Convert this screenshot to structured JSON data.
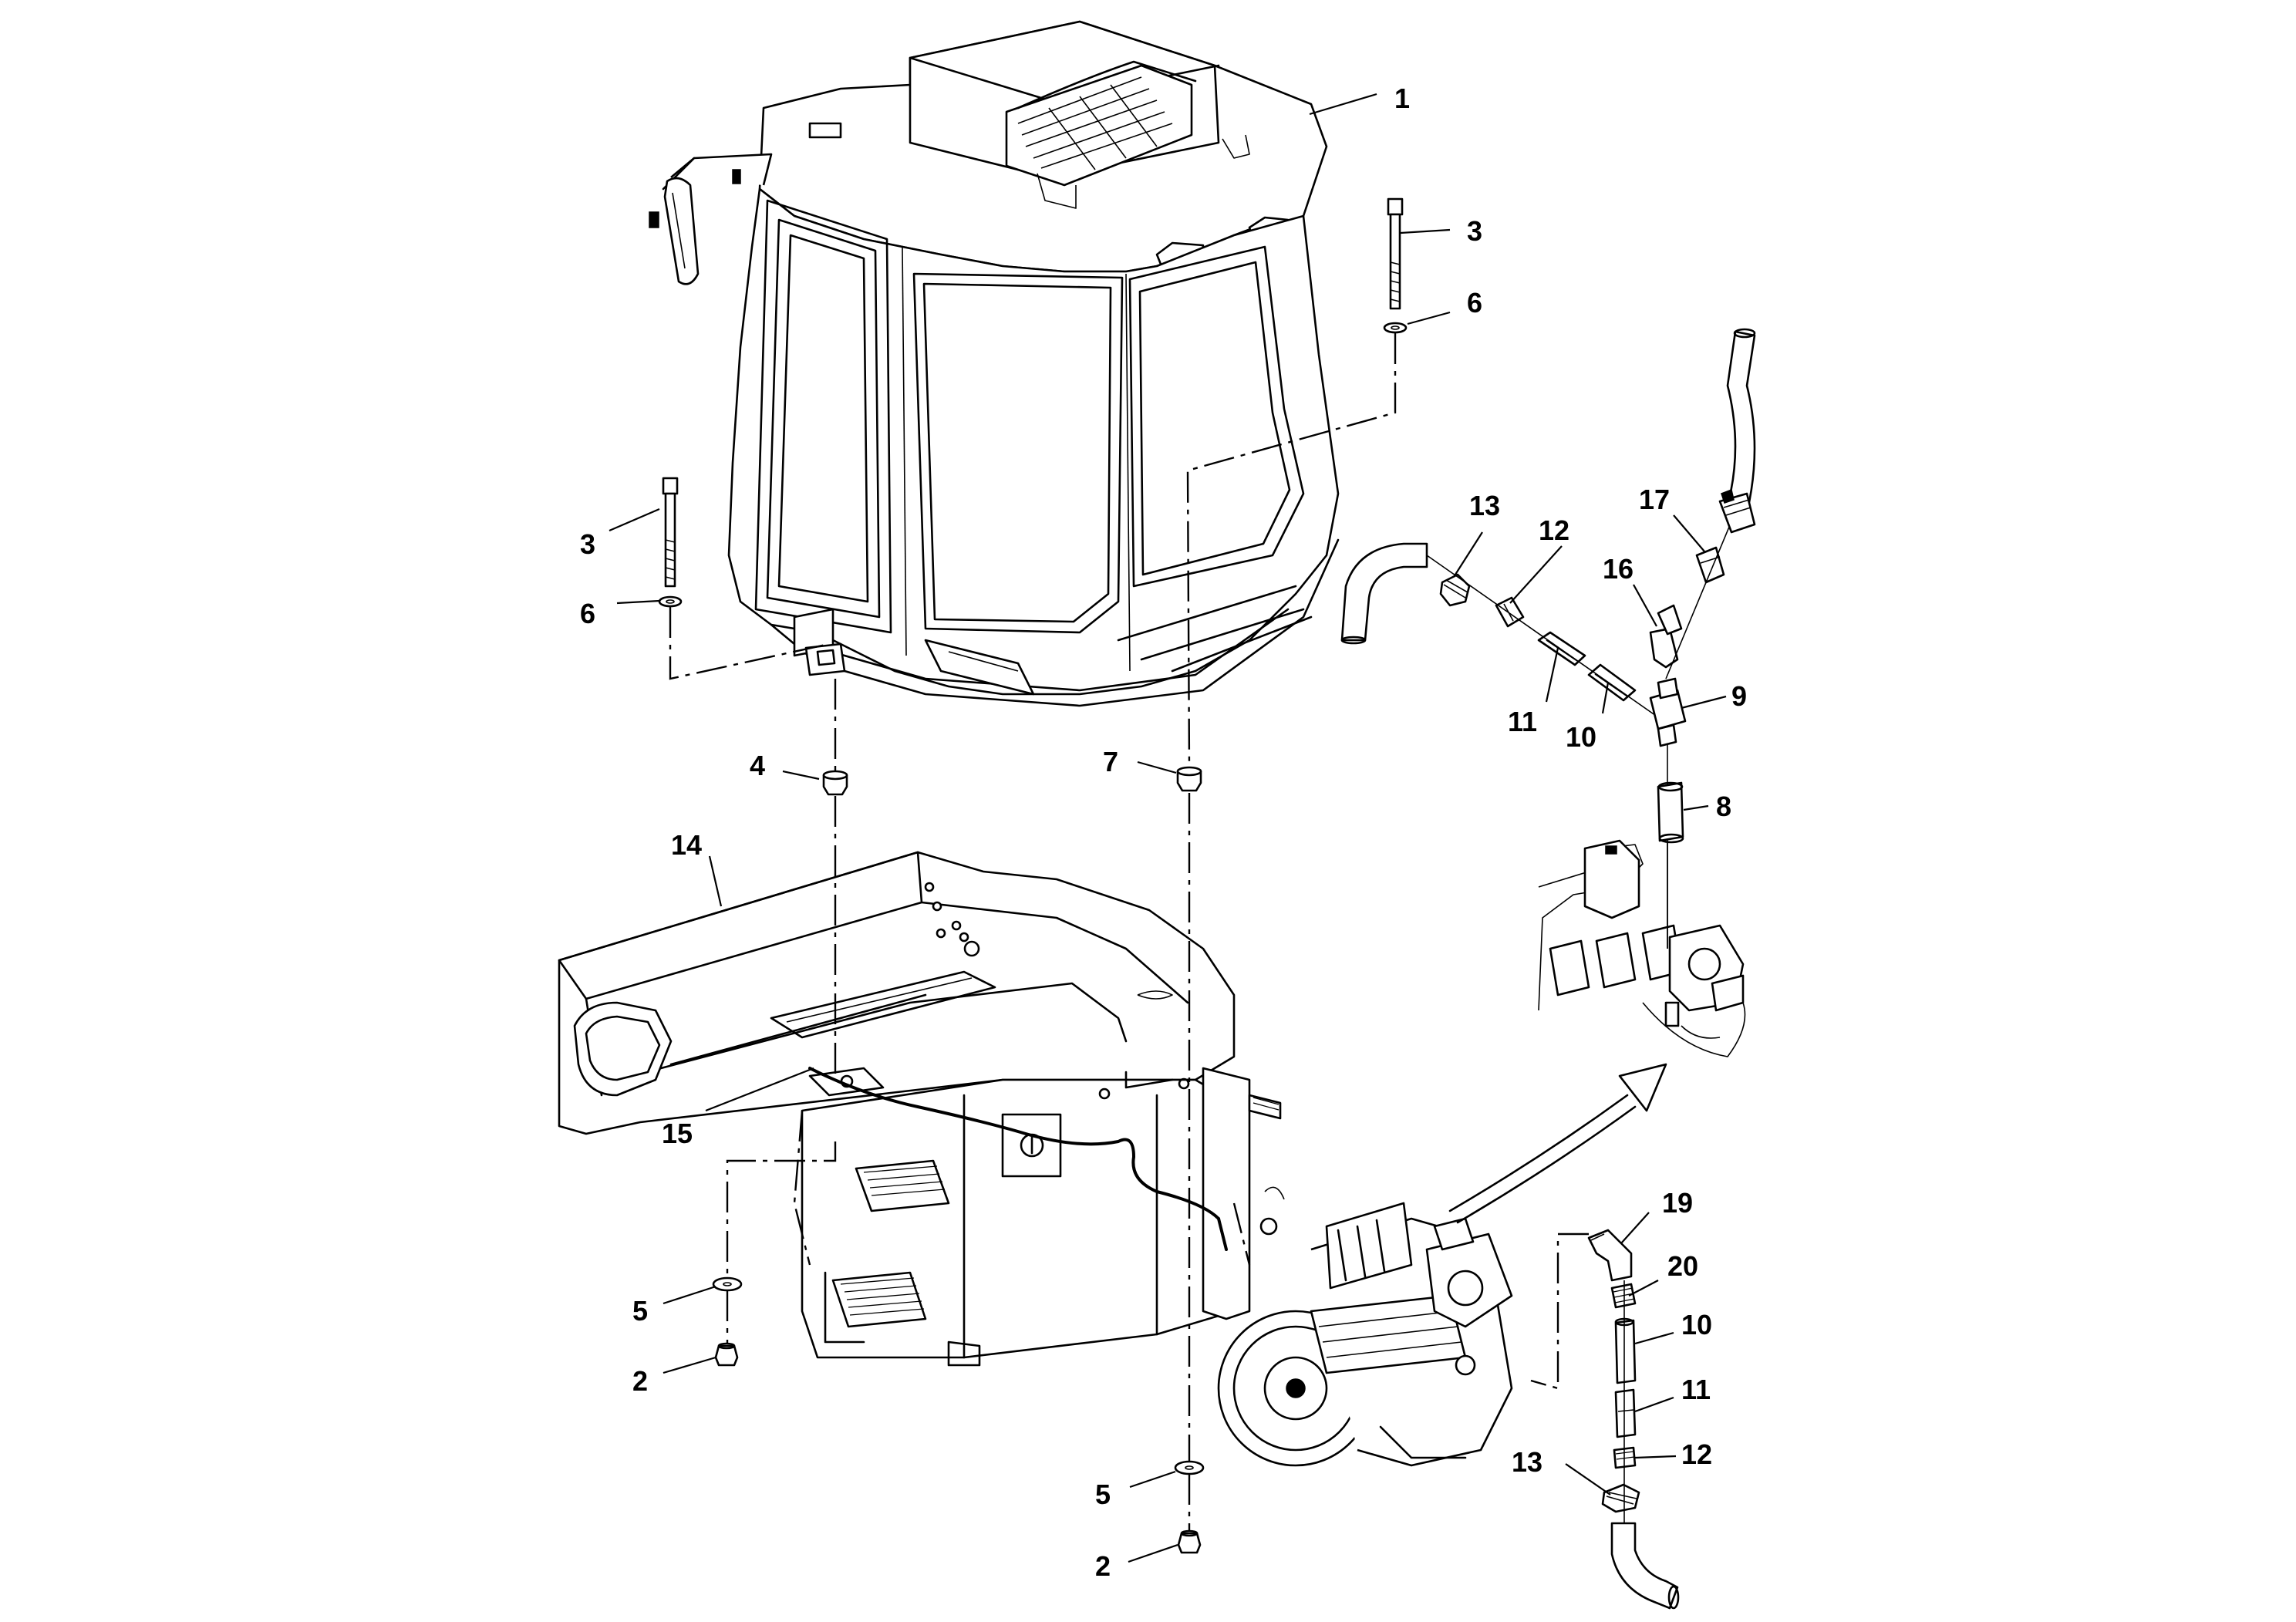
{
  "diagram": {
    "callouts": [
      {
        "id": "c1",
        "text": "1"
      },
      {
        "id": "c3a",
        "text": "3"
      },
      {
        "id": "c6a",
        "text": "6"
      },
      {
        "id": "c3b",
        "text": "3"
      },
      {
        "id": "c6b",
        "text": "6"
      },
      {
        "id": "c4",
        "text": "4"
      },
      {
        "id": "c7",
        "text": "7"
      },
      {
        "id": "c14",
        "text": "14"
      },
      {
        "id": "c15",
        "text": "15"
      },
      {
        "id": "c5a",
        "text": "5"
      },
      {
        "id": "c2a",
        "text": "2"
      },
      {
        "id": "c5b",
        "text": "5"
      },
      {
        "id": "c2b",
        "text": "2"
      },
      {
        "id": "c13a",
        "text": "13"
      },
      {
        "id": "c12a",
        "text": "12"
      },
      {
        "id": "c11a",
        "text": "11"
      },
      {
        "id": "c10a",
        "text": "10"
      },
      {
        "id": "c17",
        "text": "17"
      },
      {
        "id": "c16",
        "text": "16"
      },
      {
        "id": "c9",
        "text": "9"
      },
      {
        "id": "c8",
        "text": "8"
      },
      {
        "id": "c19",
        "text": "19"
      },
      {
        "id": "c20",
        "text": "20"
      },
      {
        "id": "c10b",
        "text": "10"
      },
      {
        "id": "c11b",
        "text": "11"
      },
      {
        "id": "c12b",
        "text": "12"
      },
      {
        "id": "c13b",
        "text": "13"
      }
    ]
  }
}
